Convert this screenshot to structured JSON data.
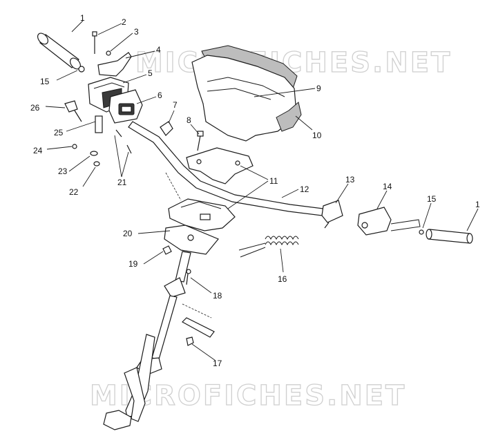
{
  "watermark": {
    "top_text": "MICROFICHES.NET",
    "bottom_text": "MICROFICHES.NET"
  },
  "callouts": {
    "c1_left": "1",
    "c2": "2",
    "c3": "3",
    "c4": "4",
    "c5": "5",
    "c6": "6",
    "c7": "7",
    "c8": "8",
    "c9": "9",
    "c10": "10",
    "c11": "11",
    "c12": "12",
    "c13": "13",
    "c14": "14",
    "c15_right": "15",
    "c1_right": "1",
    "c15_left": "15",
    "c16": "16",
    "c17": "17",
    "c18": "18",
    "c19": "19",
    "c20": "20",
    "c21": "21",
    "c22": "22",
    "c23": "23",
    "c24": "24",
    "c25": "25",
    "c26": "26"
  }
}
